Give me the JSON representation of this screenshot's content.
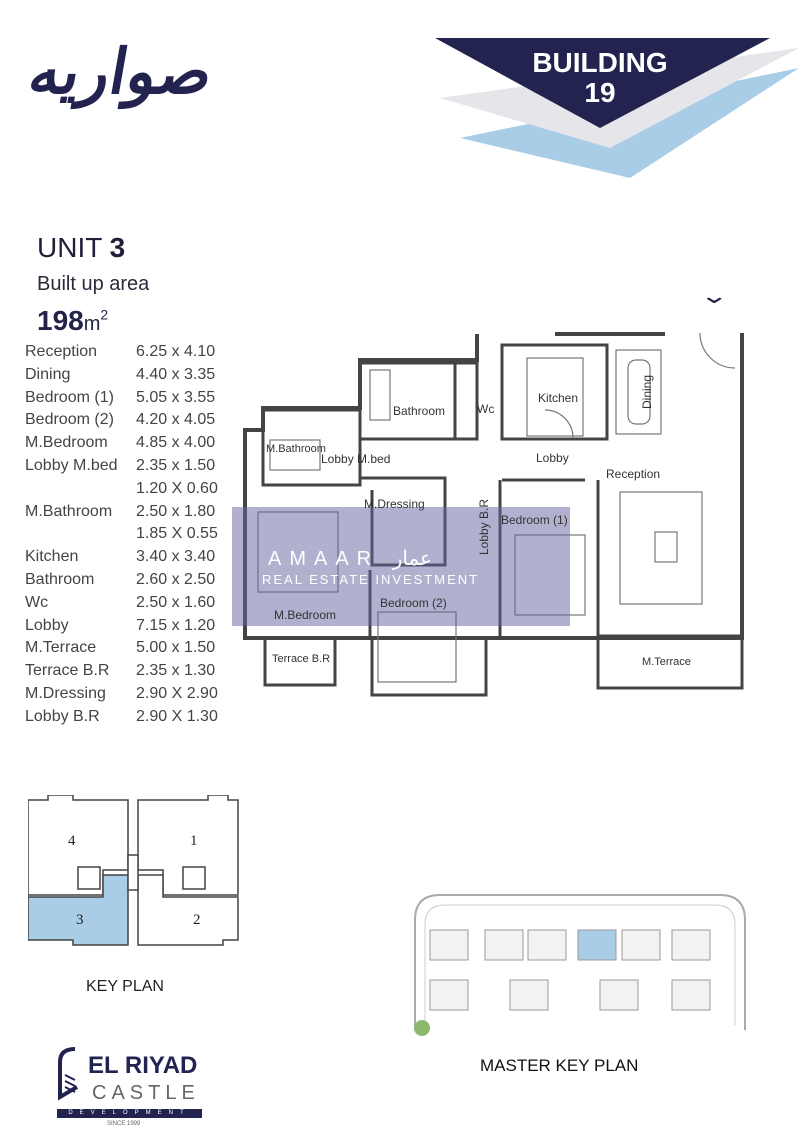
{
  "logo_arabic": "صواريه",
  "building": {
    "label": "BUILDING",
    "number": "19"
  },
  "unit": {
    "label": "UNIT",
    "number": "3",
    "built_up_label": "Built up area",
    "area_value": "198",
    "area_unit": "m",
    "area_sup": "2"
  },
  "dimensions": [
    {
      "room": "Reception",
      "size": "6.25 x 4.10"
    },
    {
      "room": "Dining",
      "size": "4.40 x 3.35"
    },
    {
      "room": "Bedroom (1)",
      "size": "5.05 x 3.55"
    },
    {
      "room": "Bedroom (2)",
      "size": "4.20 x 4.05"
    },
    {
      "room": "M.Bedroom",
      "size": "4.85 x 4.00"
    },
    {
      "room": "Lobby M.bed",
      "size": "2.35 x 1.50"
    },
    {
      "room": "",
      "size": "1.20 X 0.60"
    },
    {
      "room": "M.Bathroom",
      "size": "2.50 x 1.80"
    },
    {
      "room": "",
      "size": "1.85 X 0.55"
    },
    {
      "room": "Kitchen",
      "size": "3.40 x 3.40"
    },
    {
      "room": "Bathroom",
      "size": "2.60 x 2.50"
    },
    {
      "room": "Wc",
      "size": "2.50 x 1.60"
    },
    {
      "room": "Lobby",
      "size": "7.15 x 1.20"
    },
    {
      "room": "M.Terrace",
      "size": "5.00 x 1.50"
    },
    {
      "room": "Terrace B.R",
      "size": "2.35 x 1.30"
    },
    {
      "room": "M.Dressing",
      "size": "2.90 X 2.90"
    },
    {
      "room": "Lobby B.R",
      "size": "2.90 X 1.30"
    }
  ],
  "plan_labels": {
    "bathroom": "Bathroom",
    "wc": "Wc",
    "kitchen": "Kitchen",
    "dining": "Dining",
    "m_bathroom": "M.Bathroom",
    "lobby_mbed": "Lobby M.bed",
    "lobby": "Lobby",
    "reception": "Reception",
    "m_dressing": "M.Dressing",
    "lobby_br": "Lobby B.R",
    "bedroom1": "Bedroom (1)",
    "bedroom2": "Bedroom (2)",
    "m_bedroom": "M.Bedroom",
    "terrace_br": "Terrace B.R",
    "m_terrace": "M.Terrace"
  },
  "watermark": {
    "brand": "AMAAR",
    "arabic": "عمار",
    "sub": "REAL ESTATE INVESTMENT"
  },
  "key_plan": {
    "label": "KEY PLAN",
    "units": [
      "4",
      "1",
      "3",
      "2"
    ],
    "highlight": "3"
  },
  "master_key_plan": {
    "label": "MASTER KEY PLAN"
  },
  "developer": {
    "line1": "EL RIYAD",
    "line2": "CASTLE",
    "line3": "DEVELOPMENT",
    "since": "SINCE 1999"
  },
  "colors": {
    "navy": "#23234f",
    "light_blue": "#a9cde6",
    "highlight": "#a9cde6",
    "watermark": "#6464a0"
  }
}
